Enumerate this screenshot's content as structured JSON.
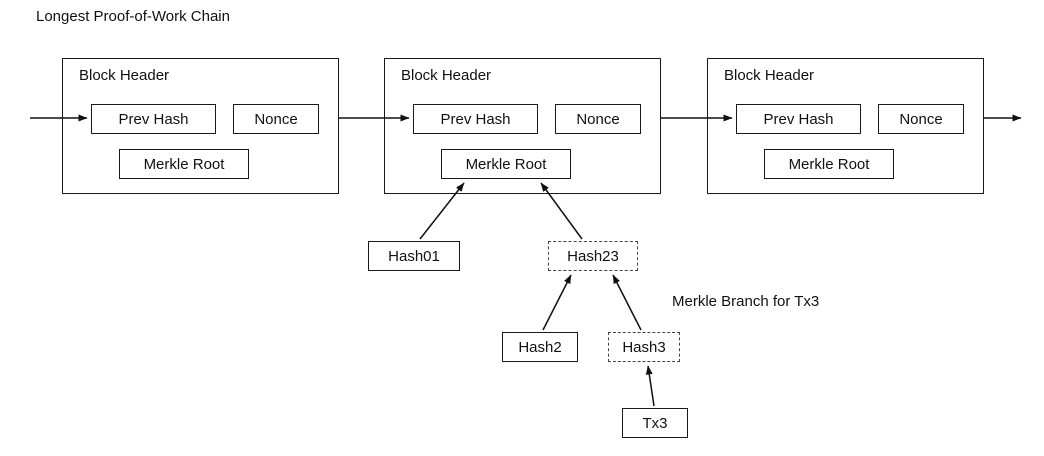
{
  "title": "Longest Proof-of-Work Chain",
  "chain": {
    "blocks": [
      {
        "title": "Block Header",
        "prev_hash_label": "Prev Hash",
        "nonce_label": "Nonce",
        "merkle_root_label": "Merkle Root"
      },
      {
        "title": "Block Header",
        "prev_hash_label": "Prev Hash",
        "nonce_label": "Nonce",
        "merkle_root_label": "Merkle Root"
      },
      {
        "title": "Block Header",
        "prev_hash_label": "Prev Hash",
        "nonce_label": "Nonce",
        "merkle_root_label": "Merkle Root"
      }
    ]
  },
  "merkle_branch": {
    "caption": "Merkle Branch for Tx3",
    "hash01_label": "Hash01",
    "hash23_label": "Hash23",
    "hash2_label": "Hash2",
    "hash3_label": "Hash3",
    "tx3_label": "Tx3"
  },
  "colors": {
    "line": "#111111",
    "background": "#ffffff"
  }
}
